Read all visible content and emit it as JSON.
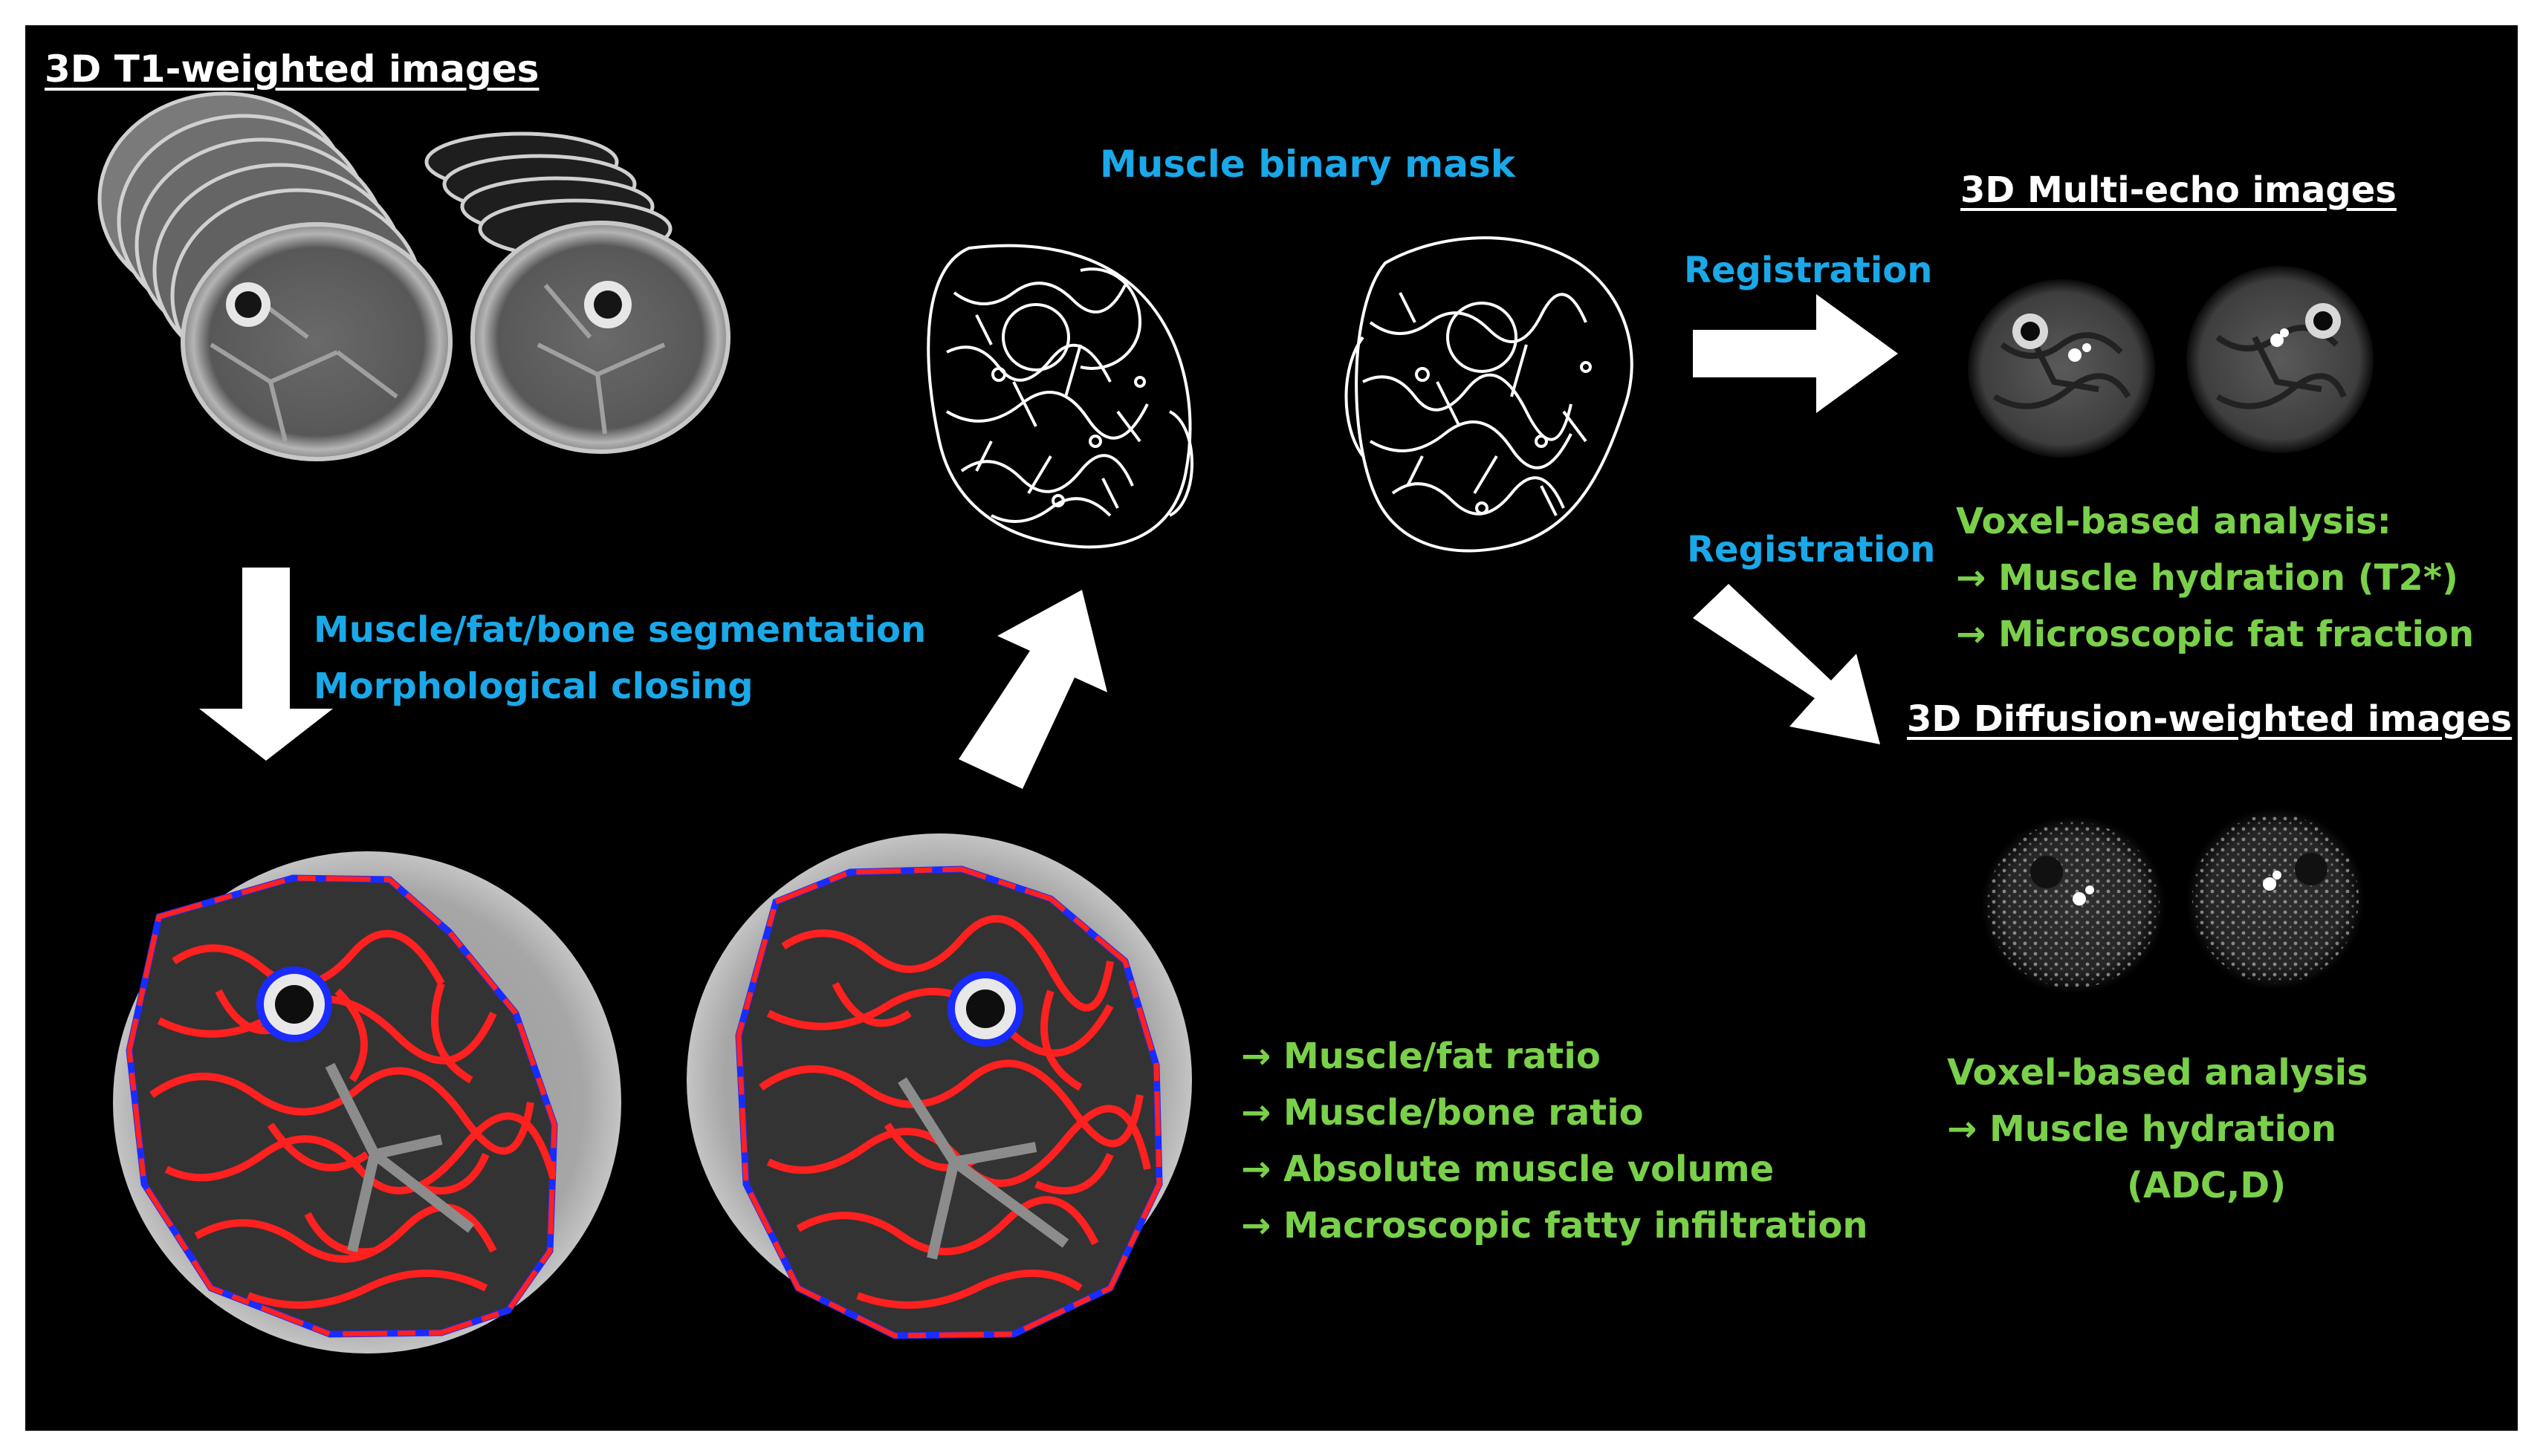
{
  "colors": {
    "background": "#000000",
    "label_blue": "#1aa8e8",
    "label_green": "#7ad04a",
    "muscle_contour": "#ff2020",
    "fascia_contour": "#1a2bff"
  },
  "t1": {
    "title": "3D T1-weighted images"
  },
  "segmentation": {
    "line1": "Muscle/fat/bone segmentation",
    "line2": "Morphological closing"
  },
  "mask": {
    "title": "Muscle binary mask"
  },
  "registration": {
    "top": "Registration",
    "bottom": "Registration"
  },
  "multiecho": {
    "title": "3D Multi-echo images",
    "analysis_title": "Voxel-based analysis:",
    "items": [
      "Muscle hydration (T2*)",
      "Microscopic fat fraction"
    ]
  },
  "diffusion": {
    "title": "3D Diffusion-weighted images",
    "analysis_title": "Voxel-based analysis",
    "item": "Muscle hydration",
    "item_cont": "(ADC,D)"
  },
  "metrics": {
    "items": [
      "Muscle/fat ratio",
      "Muscle/bone ratio",
      "Absolute muscle volume",
      "Macroscopic fatty infiltration"
    ]
  },
  "arrow_glyph": "→"
}
